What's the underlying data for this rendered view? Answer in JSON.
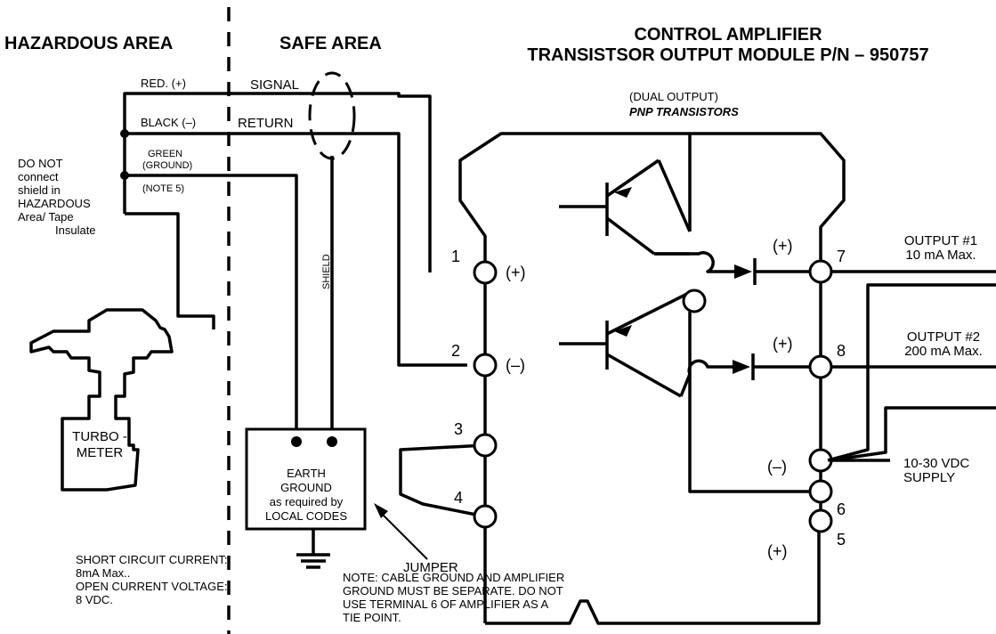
{
  "header": {
    "hazardous_area": "HAZARDOUS AREA",
    "safe_area": "SAFE AREA",
    "title_line1": "CONTROL AMPLIFIER",
    "title_line2": "TRANSISTSOR OUTPUT MODULE P/N – 950757"
  },
  "wires": {
    "red": "RED. (+)",
    "black": "BLACK (–)",
    "green_line1": "GREEN",
    "green_line2": "(GROUND)",
    "note5": "(NOTE 5)",
    "signal": "SIGNAL",
    "return": "RETURN",
    "shield": "SHIELD"
  },
  "shield_note": [
    "DO NOT",
    "connect",
    "shield in",
    "HAZARDOUS",
    "Area/  Tape",
    "Insulate"
  ],
  "turbometer": [
    "TURBO -",
    "METER"
  ],
  "earth_ground": [
    "EARTH",
    "GROUND",
    "as required by",
    "LOCAL CODES"
  ],
  "short_circuit": [
    "SHORT CIRCUIT CURRENT:",
    "8mA Max..",
    "OPEN CURRENT VOLTAGE:",
    "8 VDC."
  ],
  "jumper": "JUMPER",
  "ground_note": [
    "NOTE: CABLE GROUND AND AMPLIFIER",
    "GROUND MUST BE SEPARATE. DO NOT",
    "USE TERMINAL 6 OF AMPLIFIER AS A",
    "TIE POINT."
  ],
  "module": {
    "dual_output": "(DUAL OUTPUT)",
    "pnp": "PNP TRANSISTORS",
    "terminals": {
      "t1": "1",
      "t2": "2",
      "t3": "3",
      "t4": "4",
      "t5": "5",
      "t6": "6",
      "t7": "7",
      "t8": "8"
    },
    "polarity": {
      "t1": "(+)",
      "t2": "(–)",
      "out1": "(+)",
      "out2": "(+)",
      "neg": "(–)",
      "pos": "(+)"
    }
  },
  "outputs": {
    "out1_line1": "OUTPUT #1",
    "out1_line2": "10 mA Max.",
    "out2_line1": "OUTPUT #2",
    "out2_line2": "200 mA Max.",
    "supply_line1": "10-30 VDC",
    "supply_line2": "SUPPLY"
  }
}
